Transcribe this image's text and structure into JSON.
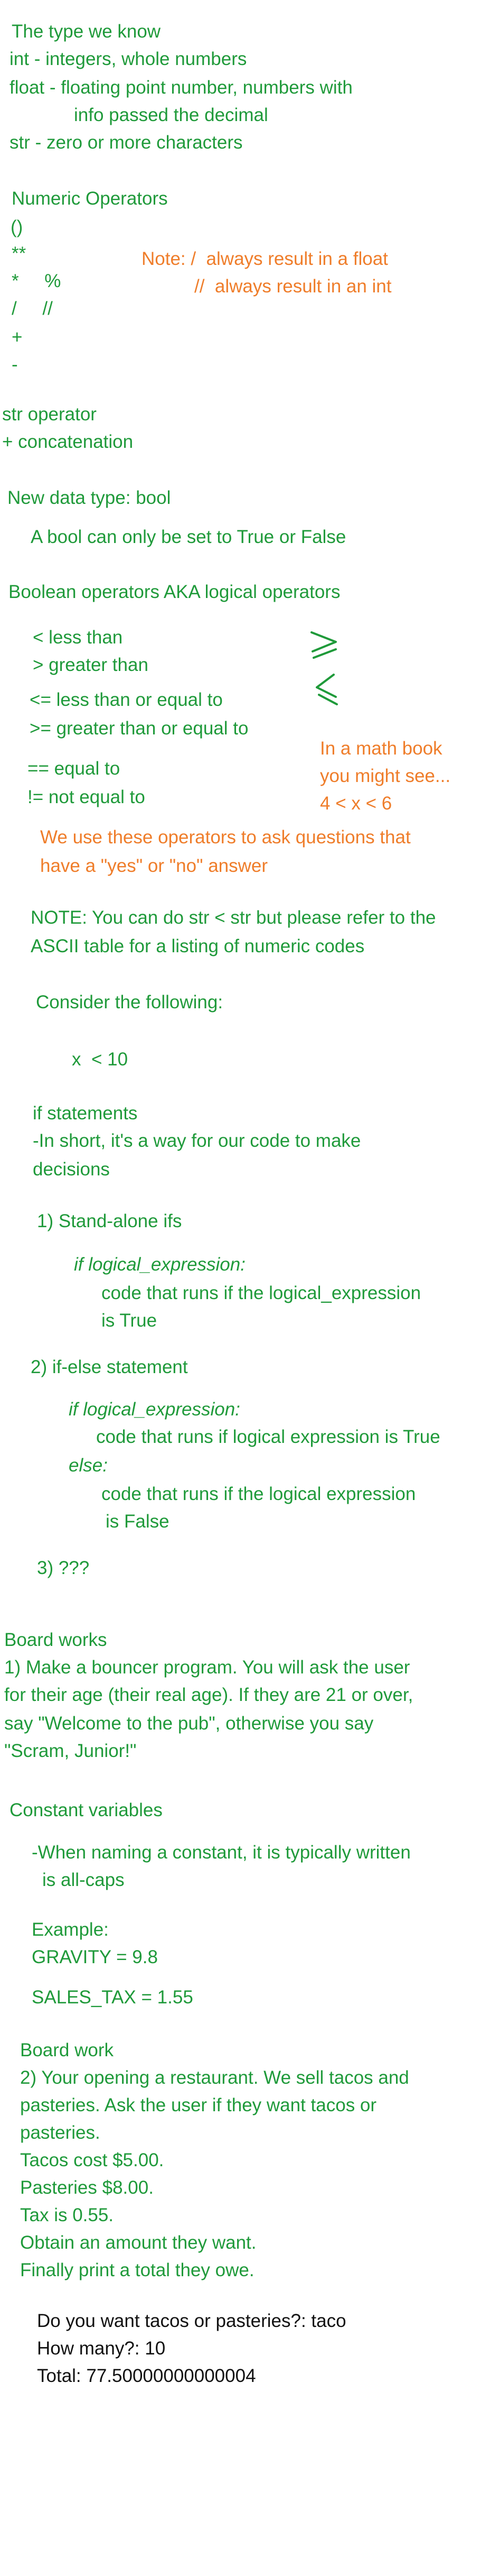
{
  "lines": {
    "types_heading": "The type we know",
    "type_int": "int - integers, whole numbers",
    "type_float": "float - floating point number, numbers with",
    "type_float_cont": "info passed the decimal",
    "type_str": "str - zero or more characters",
    "numeric_heading": "Numeric Operators",
    "op_paren": "()",
    "op_pow": "**",
    "op_mul_mod": "*     %",
    "op_div_floordiv": "/     //",
    "op_plus": "+",
    "op_minus": "-",
    "note_float": "Note: /  always result in a float",
    "note_int": "//  always result in an int",
    "str_op_heading": "str operator",
    "str_concat": "+ concatenation",
    "bool_heading": "New data type: bool",
    "bool_desc": "A bool can only be set to True or False",
    "bool_ops_heading": "Boolean operators AKA logical operators",
    "op_lt": "< less than",
    "op_gt": "> greater than",
    "op_le": "<= less than or equal to",
    "op_ge": ">= greater than or equal to",
    "op_eq": "== equal to",
    "op_ne": "!= not equal to",
    "math_book_1": "In a math book",
    "math_book_2": "you might see...",
    "math_book_3": "4 < x < 6",
    "ask_q_1": "We use these operators to ask questions that",
    "ask_q_2": "have a \"yes\" or \"no\" answer",
    "note_str_1": "NOTE: You can do str < str but please refer to the",
    "note_str_2": "ASCII table for a listing of numeric codes",
    "consider": "Consider the following:",
    "x_lt_10": "x  < 10",
    "if_heading": "if statements",
    "if_desc_1": "-In short, it's a way for our code to make",
    "if_desc_2": "decisions",
    "standalone_heading": "1) Stand-alone ifs",
    "standalone_if": "if logical_expression:",
    "standalone_body_1": "code that runs if the logical_expression",
    "standalone_body_2": "is True",
    "ifelse_heading": "2) if-else statement",
    "ifelse_if": "if logical_expression:",
    "ifelse_if_body": "code that runs if logical expression is True",
    "ifelse_else": "else:",
    "ifelse_else_body_1": "code that runs if the logical expression",
    "ifelse_else_body_2": "is False",
    "unknown_3": "3) ???",
    "board_works": "Board works",
    "bouncer_1": "1) Make a bouncer program. You will ask the user",
    "bouncer_2": "for their age (their real age). If they are 21 or over,",
    "bouncer_3": "say \"Welcome to the pub\", otherwise you say",
    "bouncer_4": "\"Scram, Junior!\"",
    "constants_heading": "Constant variables",
    "constants_desc_1": "-When naming a constant, it is typically written",
    "constants_desc_2": "is all-caps",
    "example": "Example:",
    "gravity": "GRAVITY = 9.8",
    "sales_tax": "SALES_TAX = 1.55",
    "board_work": "Board work",
    "rest_1": "2) Your opening a restaurant. We sell tacos and",
    "rest_2": "pasteries. Ask the user if they want tacos or",
    "rest_3": "pasteries.",
    "rest_4": "Tacos cost $5.00.",
    "rest_5": "Pasteries $8.00.",
    "rest_6": "Tax is 0.55.",
    "rest_7": "Obtain an amount they want.",
    "rest_8": "Finally print a total they owe.",
    "out_1": "Do you want tacos or pasteries?: taco",
    "out_2": "How many?: 10",
    "out_3": "Total: 77.50000000000004"
  },
  "colors": {
    "green": "#1f9a3a",
    "orange": "#ef7d2a",
    "black": "#111111"
  },
  "icons": [
    "greater-than-or-equal-sketch-icon",
    "less-than-or-equal-sketch-icon"
  ]
}
